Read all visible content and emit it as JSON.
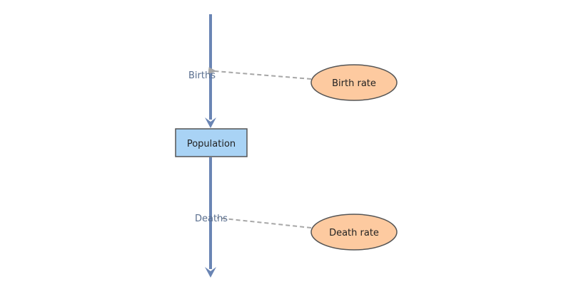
{
  "diagram": {
    "stock": {
      "label": "Population",
      "fill": "#a9d3f5",
      "stroke": "#555555"
    },
    "flows": [
      {
        "label": "Births"
      },
      {
        "label": "Deaths"
      }
    ],
    "converters": [
      {
        "label": "Birth rate",
        "fill": "#fdcaa0",
        "stroke": "#555555"
      },
      {
        "label": "Death rate",
        "fill": "#fdcaa0",
        "stroke": "#555555"
      }
    ],
    "colors": {
      "flow": "#6a85b4",
      "link": "#a7a7a7"
    }
  }
}
